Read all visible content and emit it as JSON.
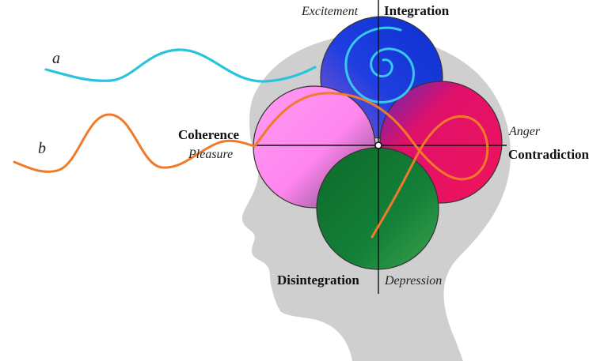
{
  "axes": {
    "top": {
      "primary": "Integration",
      "secondary": "Excitement"
    },
    "left": {
      "primary": "Coherence",
      "secondary": "Pleasure"
    },
    "right": {
      "primary": "Contradiction",
      "secondary": "Anger"
    },
    "bottom": {
      "primary": "Disintegration",
      "secondary": "Depression"
    }
  },
  "waves": {
    "a": {
      "label": "a",
      "color": "#29c4dc"
    },
    "b": {
      "label": "b",
      "color": "#f07a2a"
    }
  },
  "circles": {
    "integration": {
      "color": "#1340d8",
      "shadow": "#7a4fc8"
    },
    "coherence": {
      "color": "#ff8ef0"
    },
    "contradiction": {
      "color": "#f0125a",
      "shadow": "#8a2fa0"
    },
    "disintegration": {
      "color": "#127a32"
    }
  },
  "head": {
    "color": "#cfcfcf"
  }
}
